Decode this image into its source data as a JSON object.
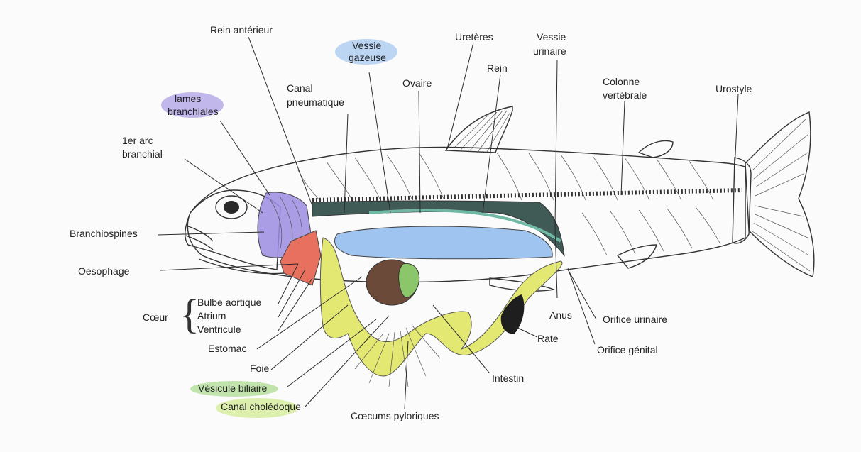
{
  "labels": {
    "rein_anterieur": "Rein antérieur",
    "vessie_gazeuse_1": "Vessie",
    "vessie_gazeuse_2": "gazeuse",
    "ureteres": "Uretères",
    "vessie_urinaire_1": "Vessie",
    "vessie_urinaire_2": "urinaire",
    "rein": "Rein",
    "ovaire": "Ovaire",
    "canal_pneumatique_1": "Canal",
    "canal_pneumatique_2": "pneumatique",
    "colonne_vertebrale_1": "Colonne",
    "colonne_vertebrale_2": "vertébrale",
    "urostyle": "Urostyle",
    "lames_branchiales_1": "lames",
    "lames_branchiales_2": "branchiales",
    "arc_branchial_1": "1er arc",
    "arc_branchial_2": "branchial",
    "branchiospines": "Branchiospines",
    "oesophage": "Oesophage",
    "coeur": "Cœur",
    "bulbe_aortique": "Bulbe aortique",
    "atrium": "Atrium",
    "ventricule": "Ventricule",
    "estomac": "Estomac",
    "foie": "Foie",
    "vesicule_biliaire": "Vésicule biliaire",
    "canal_choledoque": "Canal cholédoque",
    "coecums_pyloriques": "Cœcums pyloriques",
    "intestin": "Intestin",
    "rate": "Rate",
    "anus": "Anus",
    "orifice_urinaire": "Orifice urinaire",
    "orifice_genital": "Orifice génital"
  },
  "colors": {
    "gill_lamellae": "#9b8be0",
    "gas_bladder": "#9fc4ef",
    "heart": "#e8705f",
    "liver_intestine": "#e3e873",
    "gallbladder": "#8cc66a",
    "kidney": "#2a6b5c",
    "stomach": "#6b4a3a",
    "spleen": "#1e1e1e"
  }
}
